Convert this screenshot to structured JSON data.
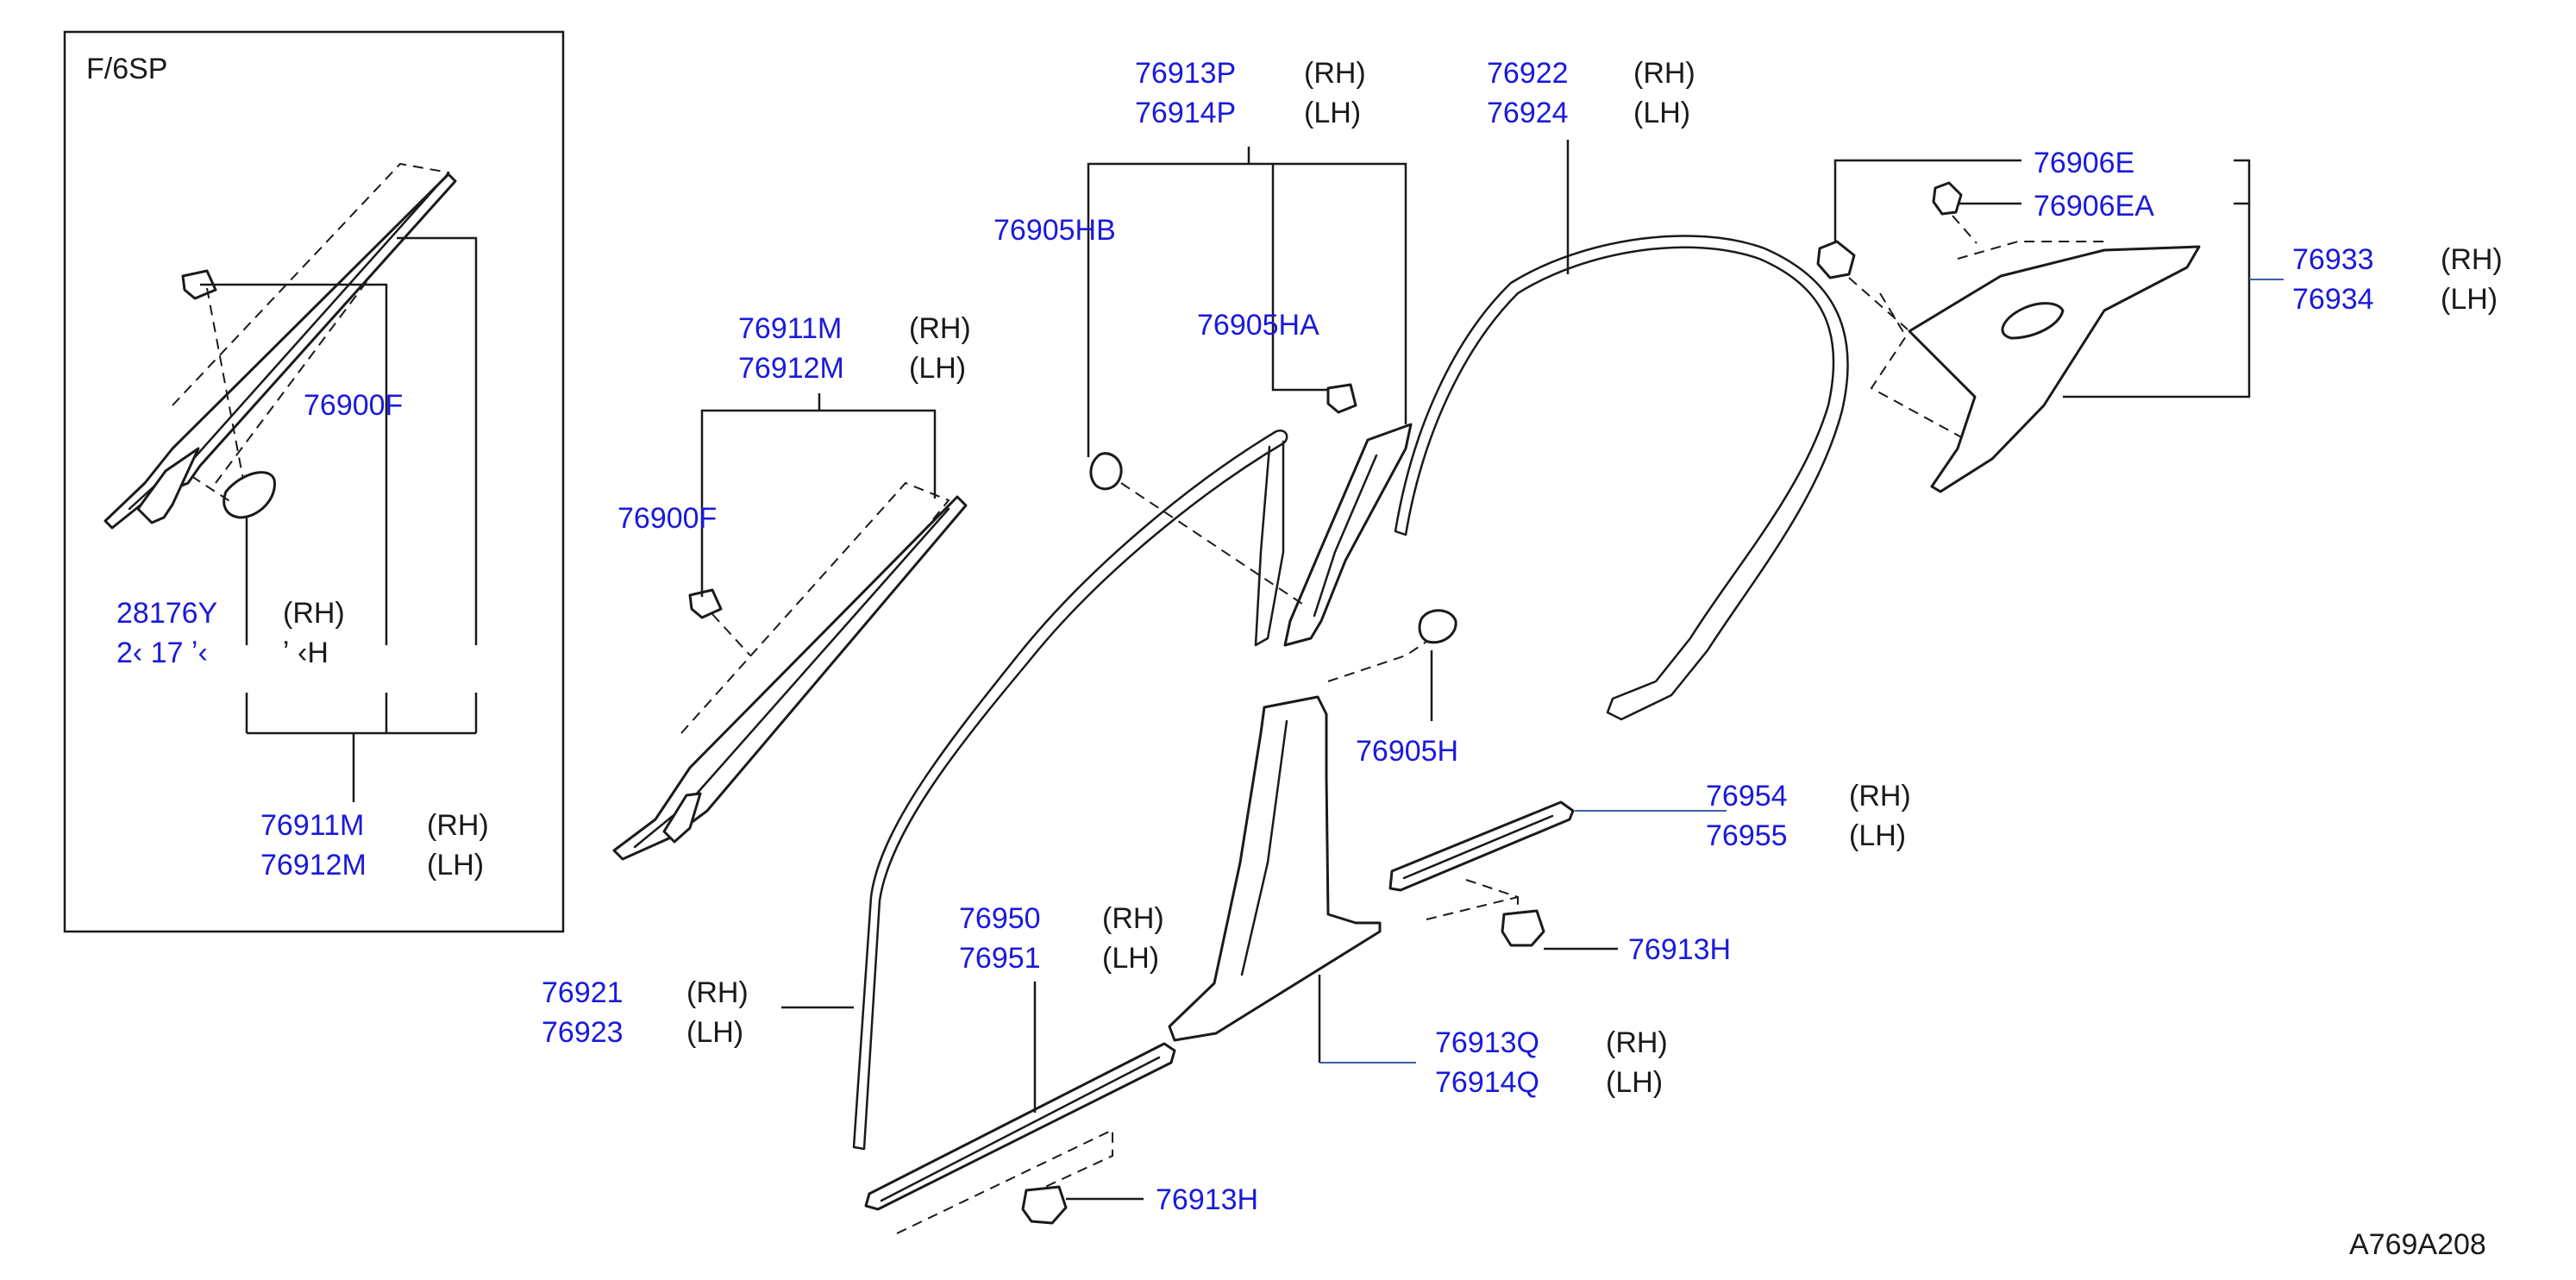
{
  "diagram": {
    "inset": {
      "label": "F/6SP",
      "callouts": [
        {
          "id": "inset-76900f",
          "part": "76900F",
          "side": ""
        },
        {
          "id": "inset-28176y",
          "part": "28176Y",
          "side": "(RH)"
        },
        {
          "id": "inset-28177y",
          "part": "2‹ 17 ʼ‹",
          "side": "ʼ ‹H"
        },
        {
          "id": "inset-76911m",
          "part": "76911M",
          "side": "(RH)"
        },
        {
          "id": "inset-76912m",
          "part": "76912M",
          "side": "(LH)"
        }
      ]
    },
    "callouts": [
      {
        "id": "c-76913p",
        "part": "76913P",
        "side": "(RH)"
      },
      {
        "id": "c-76914p",
        "part": "76914P",
        "side": "(LH)"
      },
      {
        "id": "c-76922",
        "part": "76922",
        "side": "(RH)"
      },
      {
        "id": "c-76924",
        "part": "76924",
        "side": "(LH)"
      },
      {
        "id": "c-76906e",
        "part": "76906E",
        "side": ""
      },
      {
        "id": "c-76906ea",
        "part": "76906EA",
        "side": ""
      },
      {
        "id": "c-76933",
        "part": "76933",
        "side": "(RH)"
      },
      {
        "id": "c-76934",
        "part": "76934",
        "side": "(LH)"
      },
      {
        "id": "c-76905hb",
        "part": "76905HB",
        "side": ""
      },
      {
        "id": "c-76905ha",
        "part": "76905HA",
        "side": ""
      },
      {
        "id": "c-76911m",
        "part": "76911M",
        "side": "(RH)"
      },
      {
        "id": "c-76912m",
        "part": "76912M",
        "side": "(LH)"
      },
      {
        "id": "c-76900f",
        "part": "76900F",
        "side": ""
      },
      {
        "id": "c-76905h",
        "part": "76905H",
        "side": ""
      },
      {
        "id": "c-76954",
        "part": "76954",
        "side": "(RH)"
      },
      {
        "id": "c-76955",
        "part": "76955",
        "side": "(LH)"
      },
      {
        "id": "c-76913h-right",
        "part": "76913H",
        "side": ""
      },
      {
        "id": "c-76950",
        "part": "76950",
        "side": "(RH)"
      },
      {
        "id": "c-76951",
        "part": "76951",
        "side": "(LH)"
      },
      {
        "id": "c-76921",
        "part": "76921",
        "side": "(RH)"
      },
      {
        "id": "c-76923",
        "part": "76923",
        "side": "(LH)"
      },
      {
        "id": "c-76913q",
        "part": "76913Q",
        "side": "(RH)"
      },
      {
        "id": "c-76914q",
        "part": "76914Q",
        "side": "(LH)"
      },
      {
        "id": "c-76913h-bottom",
        "part": "76913H",
        "side": ""
      }
    ],
    "figure_code": "A769A208"
  },
  "colors": {
    "part_number": "#1a1adb",
    "line": "#1a1a1a",
    "leader_blue": "#3d5fa8"
  }
}
